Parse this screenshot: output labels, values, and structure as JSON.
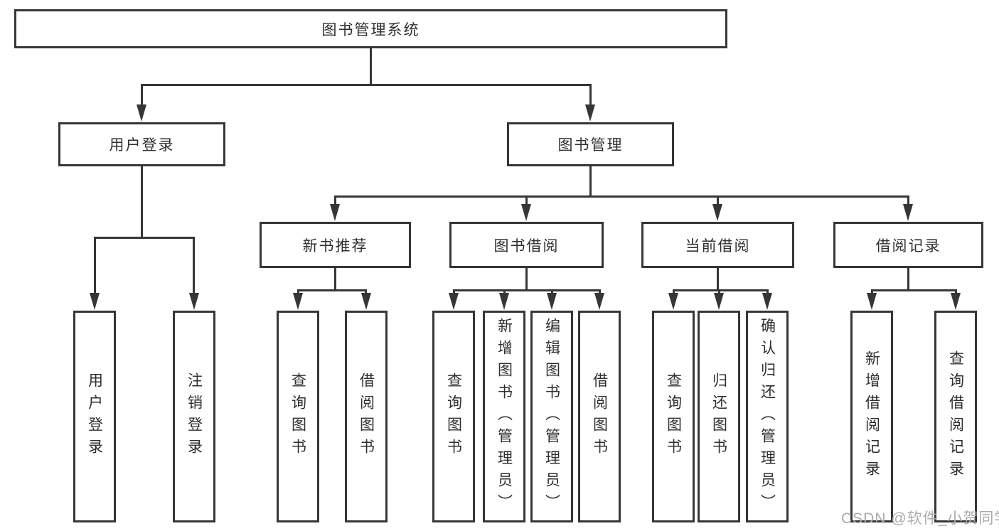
{
  "tree": {
    "root": "图书管理系统",
    "children": [
      {
        "label": "用户登录",
        "children": [
          "用户登录",
          "注销登录"
        ]
      },
      {
        "label": "图书管理",
        "children": [
          {
            "label": "新书推荐",
            "children": [
              "查询图书",
              "借阅图书"
            ]
          },
          {
            "label": "图书借阅",
            "children": [
              "查询图书",
              "新增图书（管理员）",
              "编辑图书（管理员）",
              "借阅图书"
            ]
          },
          {
            "label": "当前借阅",
            "children": [
              "查询图书",
              "归还图书",
              "确认归还（管理员）"
            ]
          },
          {
            "label": "借阅记录",
            "children": [
              "新增借阅记录",
              "查询借阅记录"
            ]
          }
        ]
      }
    ]
  },
  "watermark": {
    "text": "CSDN @软件_小贺同学"
  },
  "colors": {
    "line": "#363636",
    "background": "#ffffff",
    "watermark": "#ababab"
  }
}
